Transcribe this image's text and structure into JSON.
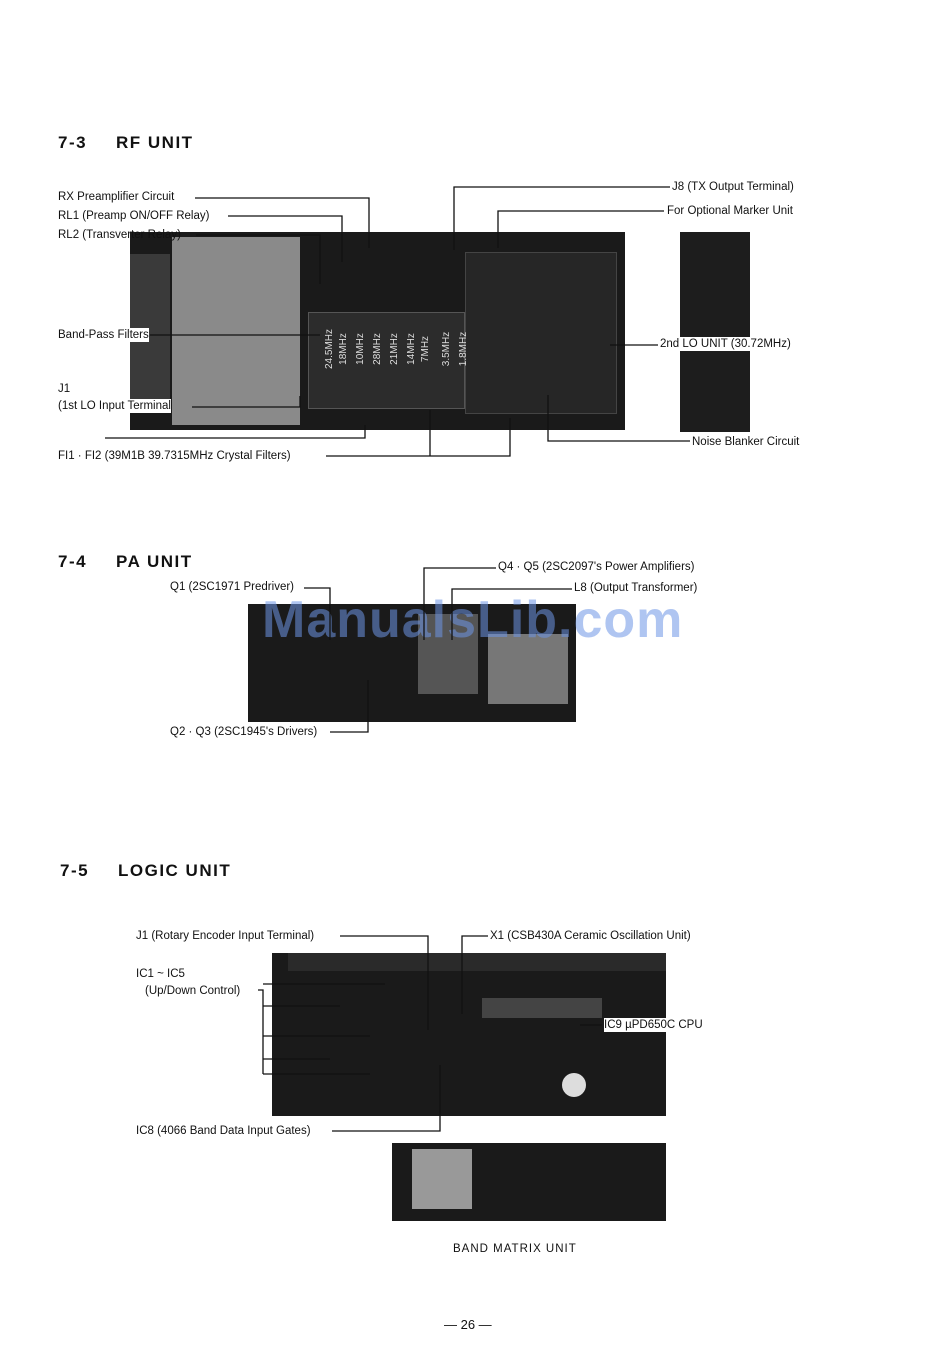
{
  "sections": {
    "rf": {
      "number": "7-3",
      "title": "RF UNIT",
      "labels": {
        "rx_preamp": "RX Preamplifier Circuit",
        "rl1": "RL1 (Preamp ON/OFF Relay)",
        "rl2": "RL2 (Transverter Relay)",
        "bpf": "Band-Pass Filters",
        "j1_a": "J1",
        "j1_b": "(1st LO Input Terminal",
        "fi": "FI1 · FI2 (39M1B 39.7315MHz Crystal Filters)",
        "j8": "J8 (TX Output Terminal)",
        "marker": "For Optional Marker Unit",
        "lo2": "2nd LO UNIT (30.72MHz)",
        "nb": "Noise Blanker Circuit"
      },
      "filter_bands": [
        "24.5MHz",
        "18MHz",
        "10MHz",
        "28MHz",
        "21MHz",
        "14MHz",
        "7MHz",
        "3.5MHz",
        "1.8MHz"
      ]
    },
    "pa": {
      "number": "7-4",
      "title": "PA UNIT",
      "labels": {
        "q1": "Q1 (2SC1971 Predriver)",
        "q2q3": "Q2 · Q3 (2SC1945's Drivers)",
        "q4q5": "Q4 · Q5 (2SC2097's Power Amplifiers)",
        "l8": "L8 (Output Transformer)"
      }
    },
    "logic": {
      "number": "7-5",
      "title": "LOGIC UNIT",
      "labels": {
        "j1": "J1 (Rotary Encoder Input Terminal)",
        "ic1_a": "IC1 ~ IC5",
        "ic1_b": "(Up/Down Control)",
        "ic8": "IC8 (4066 Band Data Input Gates)",
        "x1": "X1 (CSB430A Ceramic Oscillation Unit)",
        "ic9": "IC9 µPD650C CPU"
      }
    }
  },
  "band_matrix_caption": "BAND MATRIX UNIT",
  "watermark": "ManualsLib.com",
  "page_number": "— 26 —"
}
